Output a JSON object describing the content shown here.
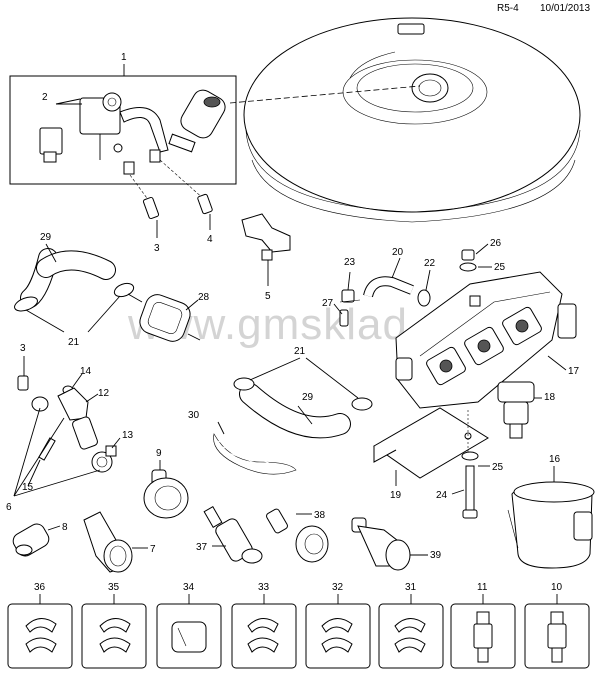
{
  "header": {
    "code": "R5-4",
    "date": "10/01/2013"
  },
  "watermark": "www.gmsklad.ru",
  "callouts": {
    "c1": "1",
    "c2": "2",
    "c3a": "3",
    "c3b": "3",
    "c4": "4",
    "c5": "5",
    "c6": "6",
    "c7": "7",
    "c8": "8",
    "c9": "9",
    "c10": "10",
    "c11": "11",
    "c12": "12",
    "c13": "13",
    "c14": "14",
    "c15": "15",
    "c16": "16",
    "c17": "17",
    "c18": "18",
    "c19": "19",
    "c20": "20",
    "c21a": "21",
    "c21b": "21",
    "c22": "22",
    "c23": "23",
    "c24": "24",
    "c25a": "25",
    "c25b": "25",
    "c26": "26",
    "c27": "27",
    "c28": "28",
    "c29a": "29",
    "c29b": "29",
    "c30": "30",
    "c31": "31",
    "c32": "32",
    "c33": "33",
    "c34": "34",
    "c35": "35",
    "c36": "36",
    "c37": "37",
    "c38": "38",
    "c39": "39"
  }
}
